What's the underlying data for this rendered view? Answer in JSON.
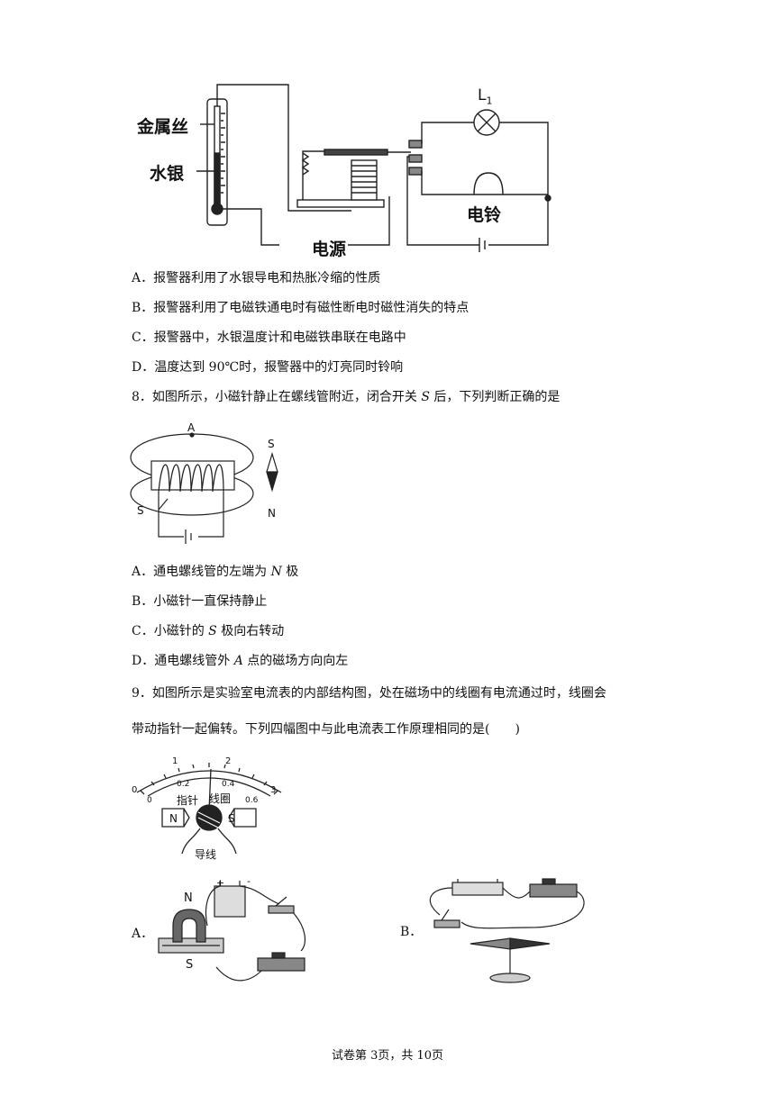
{
  "fig_alarm": {
    "wire_label": "金属丝",
    "mercury_label": "水银",
    "power_label": "电源",
    "bell_label": "电铃",
    "lamp_label": "L",
    "lamp_sub": "1"
  },
  "q7_options": [
    "A．报警器利用了水银导电和热胀冷缩的性质",
    "B．报警器利用了电磁铁通电时有磁性断电时磁性消失的特点",
    "C．报警器中，水银温度计和电磁铁串联在电路中",
    "D．温度达到 90℃时，报警器中的灯亮同时铃响"
  ],
  "q8": {
    "stem_pre": "8．如图所示，小磁针静止在螺线管附近，闭合开关 ",
    "stem_var": "S",
    "stem_post": " 后，下列判断正确的是",
    "fig": {
      "point_a": "A",
      "switch_s": "S",
      "needle_s": "S",
      "needle_n": "N"
    },
    "options": [
      {
        "pre": "A．通电螺线管的左端为 ",
        "var": "N",
        "post": " 极"
      },
      {
        "pre": "B．小磁针一直保持静止",
        "var": "",
        "post": ""
      },
      {
        "pre": "C．小磁针的 ",
        "var": "S",
        "post": " 极向右转动"
      },
      {
        "pre": "D．通电螺线管外 ",
        "var": "A",
        "post": " 点的磁场方向向左"
      }
    ]
  },
  "q9": {
    "stem_line1": "9．如图所示是实验室电流表的内部结构图，处在磁场中的线圈有电流通过时，线圈会",
    "stem_line2": "带动指针一起偏转。下列四幅图中与此电流表工作原理相同的是(　　)",
    "fig": {
      "scale_top": [
        "0",
        "1",
        "2",
        "3"
      ],
      "scale_bottom": [
        "0",
        "0.2",
        "0.4",
        "0.6"
      ],
      "pointer_label": "指针",
      "coil_label": "线圈",
      "north": "N",
      "south": "S",
      "wire_label": "导线"
    },
    "choice_a": "A．",
    "choice_b": "B．",
    "fig_a": {
      "n": "N",
      "s": "S",
      "plus": "+",
      "minus": "-"
    }
  },
  "footer": "试卷第 3页，共 10页"
}
